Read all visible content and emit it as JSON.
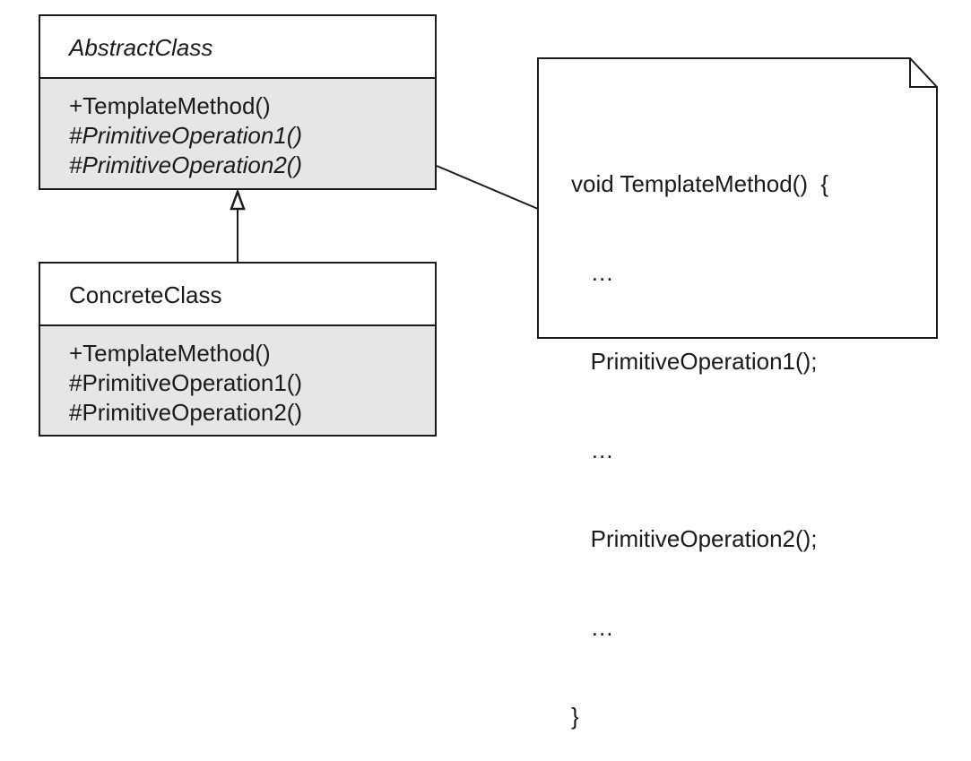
{
  "abstract_class": {
    "name": "AbstractClass",
    "operations": [
      {
        "text": "+TemplateMethod()",
        "italic": false
      },
      {
        "text": "#PrimitiveOperation1()",
        "italic": true
      },
      {
        "text": "#PrimitiveOperation2()",
        "italic": true
      }
    ]
  },
  "concrete_class": {
    "name": "ConcreteClass",
    "operations": [
      {
        "text": "+TemplateMethod()",
        "italic": false
      },
      {
        "text": "#PrimitiveOperation1()",
        "italic": false
      },
      {
        "text": "#PrimitiveOperation2()",
        "italic": false
      }
    ]
  },
  "note": {
    "lines": [
      "void TemplateMethod()  {",
      "   …",
      "   PrimitiveOperation1();",
      "   …",
      "   PrimitiveOperation2();",
      "   …",
      "}"
    ]
  },
  "colors": {
    "line": "#1a1a1a",
    "operations_fill": "#e6e6e6",
    "background": "#ffffff"
  }
}
